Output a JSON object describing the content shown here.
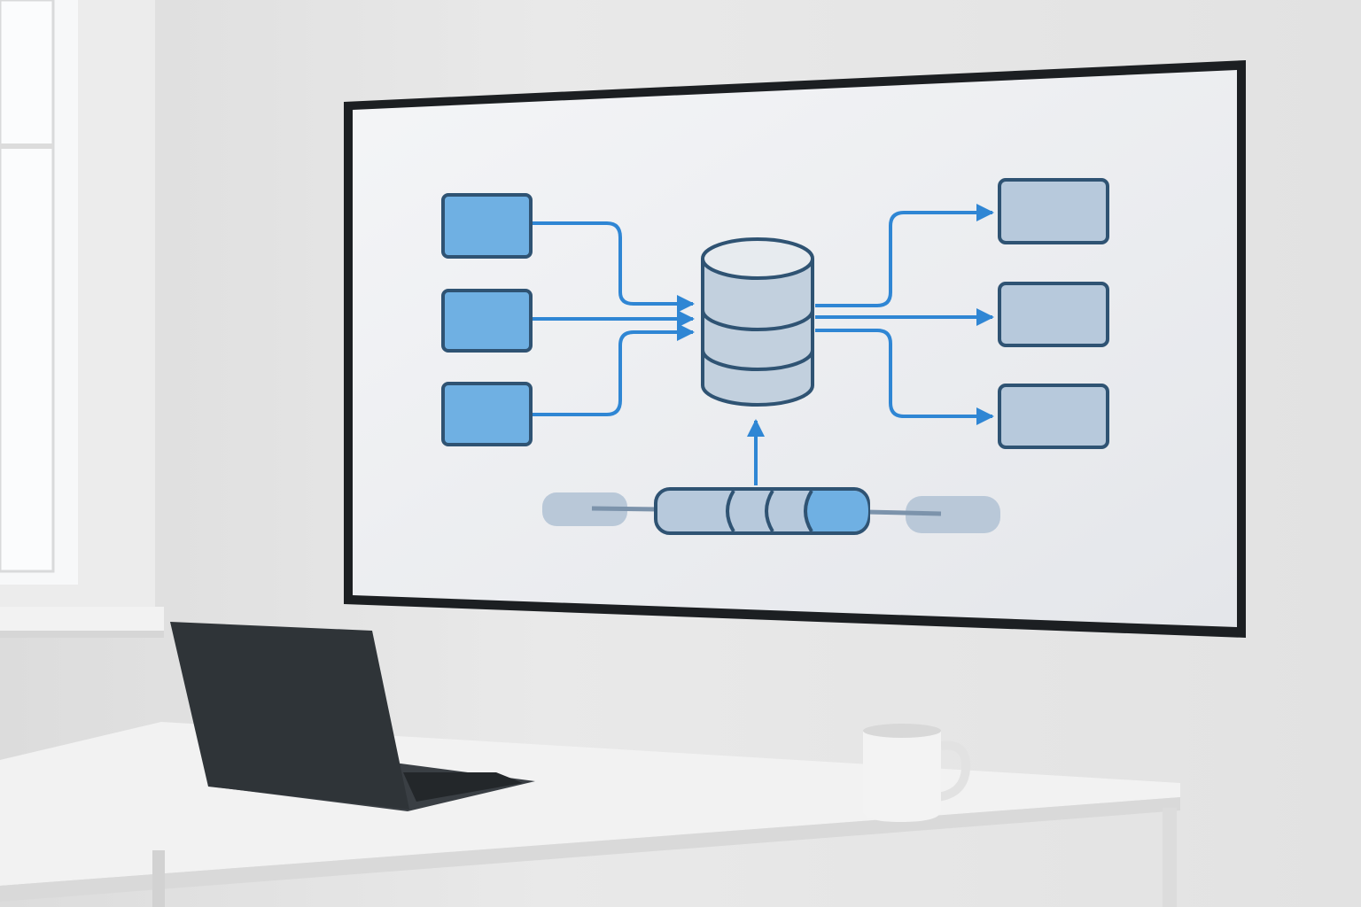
{
  "scene": {
    "wall_color": "#e6e6e6",
    "screen_bezel_color": "#1c1f22",
    "screen_color": "#eef0f3",
    "desk_color": "#f1f1f1",
    "laptop_color": "#2f3438",
    "mug_color": "#f3f3f3"
  },
  "diagram": {
    "source_box_color": "#6fb0e3",
    "target_box_color": "#b7c9dc",
    "outline_color": "#2f5373",
    "arrow_color": "#2f86d4",
    "database_fill": "#c2d0de",
    "source_count": 3,
    "target_count": 3,
    "queue_segments": 4
  }
}
